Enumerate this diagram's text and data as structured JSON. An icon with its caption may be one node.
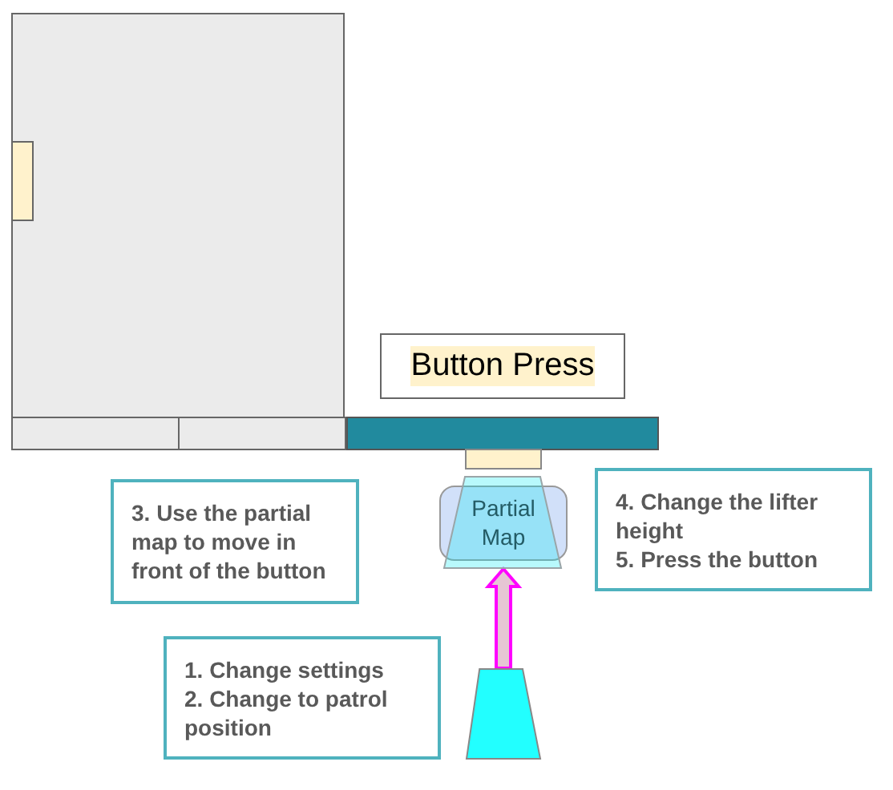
{
  "diagram": {
    "nodes": [
      {
        "text": [
          "Button Press"
        ]
      },
      {
        "text": [
          "3. Use the partial map to move in front of the button"
        ]
      },
      {
        "text": [
          "Partial Map"
        ]
      },
      {
        "text": [
          "4. Change the lifter height",
          "5. Press the button"
        ]
      },
      {
        "text": [
          "1. Change settings",
          "2. Change to patrol position"
        ]
      },
      {
        "text": [],
        "shape": "trapezoid"
      }
    ],
    "edges": [
      {
        "from": 5,
        "to": 2,
        "arrow": "to"
      }
    ]
  }
}
